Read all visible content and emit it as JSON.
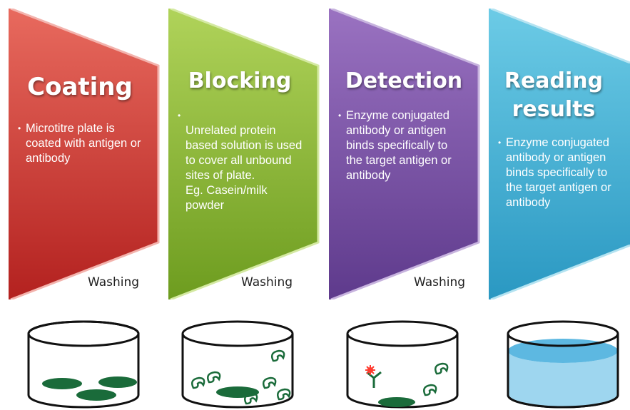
{
  "steps": [
    {
      "title": "Coating",
      "bullet": "Microtitre plate is coated with antigen or antibody",
      "color_top": "#e86a5e",
      "color_bottom": "#b3211f"
    },
    {
      "title": "Blocking",
      "bullet": "Unrelated protein based solution is used to cover all unbound sites of plate.\nEg. Casein/milk powder",
      "color_top": "#b0d35a",
      "color_bottom": "#6d9c1f"
    },
    {
      "title": "Detection",
      "bullet": "Enzyme conjugated antibody or antigen binds specifically to the target antigen or antibody",
      "color_top": "#9a72c1",
      "color_bottom": "#5e3a8c"
    },
    {
      "title": "Reading results",
      "bullet": "Enzyme conjugated antibody or antigen binds specifically to the target antigen or antibody",
      "color_top": "#6ccbe6",
      "color_bottom": "#2a98c2"
    }
  ],
  "washing_labels": [
    "Washing",
    "Washing",
    "Washing"
  ],
  "icons": [
    "coated-well-icon",
    "blocked-well-icon",
    "detection-well-icon",
    "reading-well-icon"
  ]
}
